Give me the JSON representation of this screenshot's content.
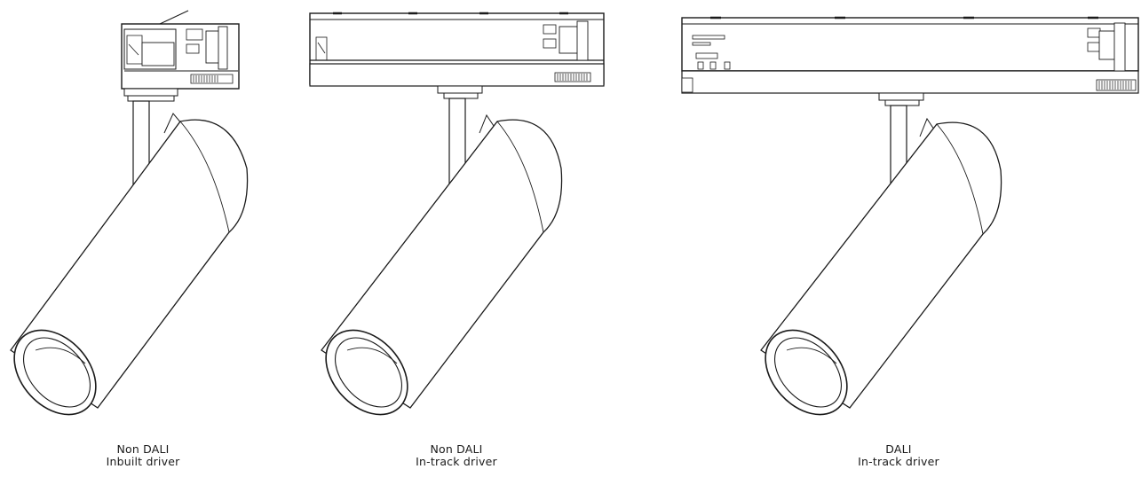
{
  "figures": [
    {
      "id": "non-dali-inbuilt",
      "caption": {
        "line1": "Non DALI",
        "line2": "Inbuilt driver"
      }
    },
    {
      "id": "non-dali-in-track",
      "caption": {
        "line1": "Non DALI",
        "line2": "In-track driver"
      }
    },
    {
      "id": "dali-in-track",
      "caption": {
        "line1": "DALI",
        "line2": "In-track driver"
      }
    }
  ],
  "colors": {
    "stroke": "#1a1a1a",
    "fill": "#ffffff"
  }
}
